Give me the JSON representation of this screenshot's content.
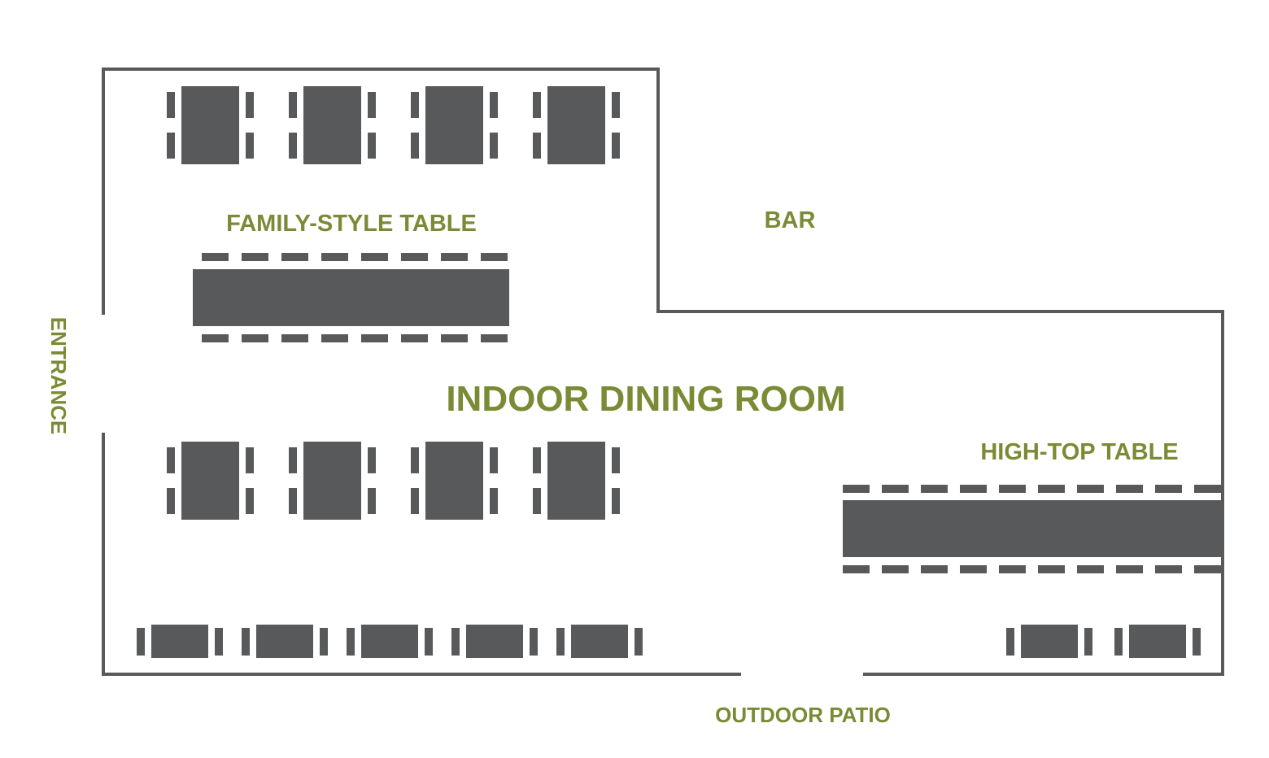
{
  "colors": {
    "background": "#ffffff",
    "wall": "#58595b",
    "furniture": "#58595b",
    "label": "#7a8b36"
  },
  "labels": {
    "room": "INDOOR DINING ROOM",
    "family_table": "FAMILY-STYLE TABLE",
    "bar": "BAR",
    "high_top": "HIGH-TOP TABLE",
    "entrance": "ENTRANCE",
    "patio": "OUTDOOR PATIO"
  }
}
